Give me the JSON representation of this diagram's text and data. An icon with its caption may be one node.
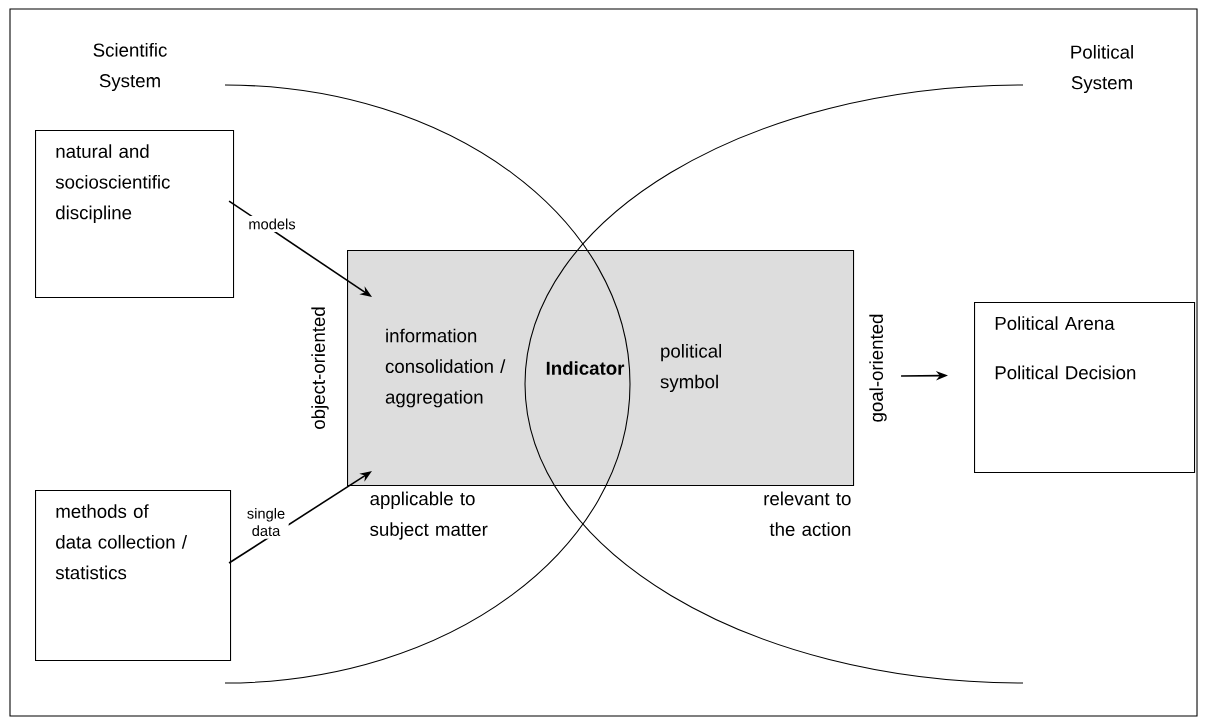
{
  "diagram": {
    "nodes": [
      {
        "text": [
          "natural and socioscientific discipline"
        ]
      },
      {
        "text": [
          "methods of data collection / statistics"
        ]
      },
      {
        "text": [
          "information consolidation / aggregation",
          "Indicator",
          "political symbol"
        ],
        "beside": [
          "object-oriented",
          "goal-oriented",
          "applicable to subject matter",
          "relevant to the action"
        ]
      },
      {
        "text": [
          "Political Arena",
          "Political Decision"
        ]
      }
    ],
    "edges": [
      {
        "from": 0,
        "to": 2,
        "arrow": "to",
        "label": "models"
      },
      {
        "from": 1,
        "to": 2,
        "arrow": "to",
        "label": "single data"
      },
      {
        "from": 2,
        "to": 3,
        "arrow": "to"
      }
    ],
    "labels": [
      "Scientific System",
      "Political System"
    ]
  }
}
